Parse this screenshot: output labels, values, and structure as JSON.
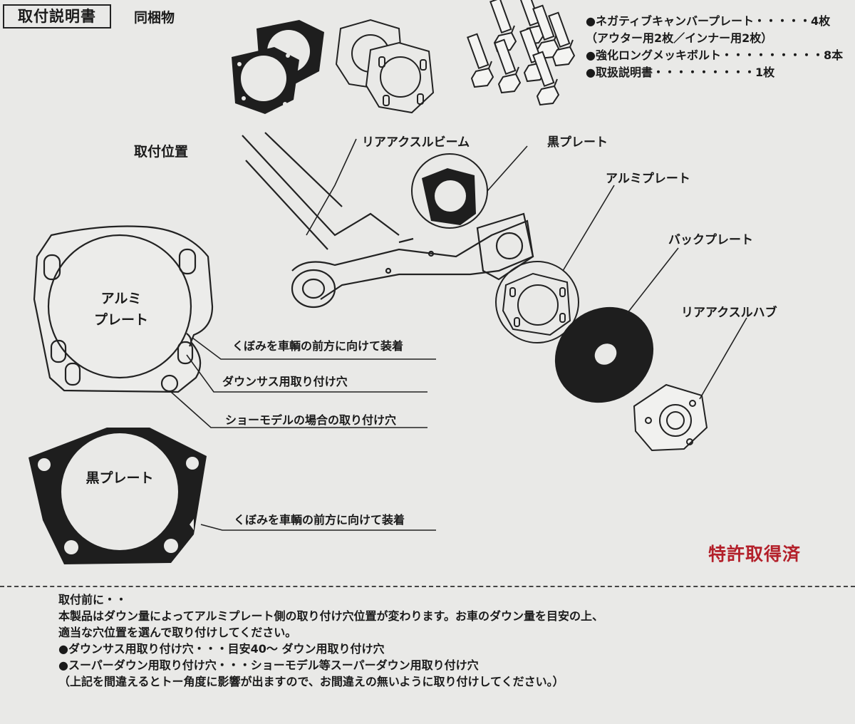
{
  "header": {
    "title": "取付説明書",
    "contents_heading": "同梱物"
  },
  "contents_list": [
    "●ネガティブキャンバープレート・・・・・4枚",
    "（アウター用2枚／インナー用2枚）",
    "●強化ロングメッキボルト・・・・・・・・・8本",
    "●取扱説明書・・・・・・・・・1枚"
  ],
  "diagram": {
    "position_heading": "取付位置",
    "labels": {
      "rear_axle_beam": "リアアクスルビーム",
      "black_plate": "黒プレート",
      "alumi_plate": "アルミプレート",
      "back_plate": "バックプレート",
      "rear_axle_hub": "リアアクスルハブ"
    }
  },
  "alumi_detail": {
    "inner_label_1": "アルミ",
    "inner_label_2": "プレート",
    "callout_notch": "くぼみを車輌の前方に向けて装着",
    "callout_downsus": "ダウンサス用取り付け穴",
    "callout_show": "ショーモデルの場合の取り付け穴"
  },
  "black_detail": {
    "inner_label": "黒プレート",
    "callout_notch": "くぼみを車輌の前方に向けて装着"
  },
  "patent": "特許取得済",
  "notes": [
    "取付前に・・",
    "本製品はダウン量によってアルミプレート側の取り付け穴位置が変わります。お車のダウン量を目安の上、",
    "適当な穴位置を選んで取り付けしてください。",
    "●ダウンサス用取り付け穴・・・目安40～ ダウン用取り付け穴",
    "●スーパーダウン用取り付け穴・・・ショーモデル等スーパーダウン用取り付け穴",
    "（上記を間違えるとトー角度に影響が出ますので、お間違えの無いように取り付けしてください。）"
  ]
}
